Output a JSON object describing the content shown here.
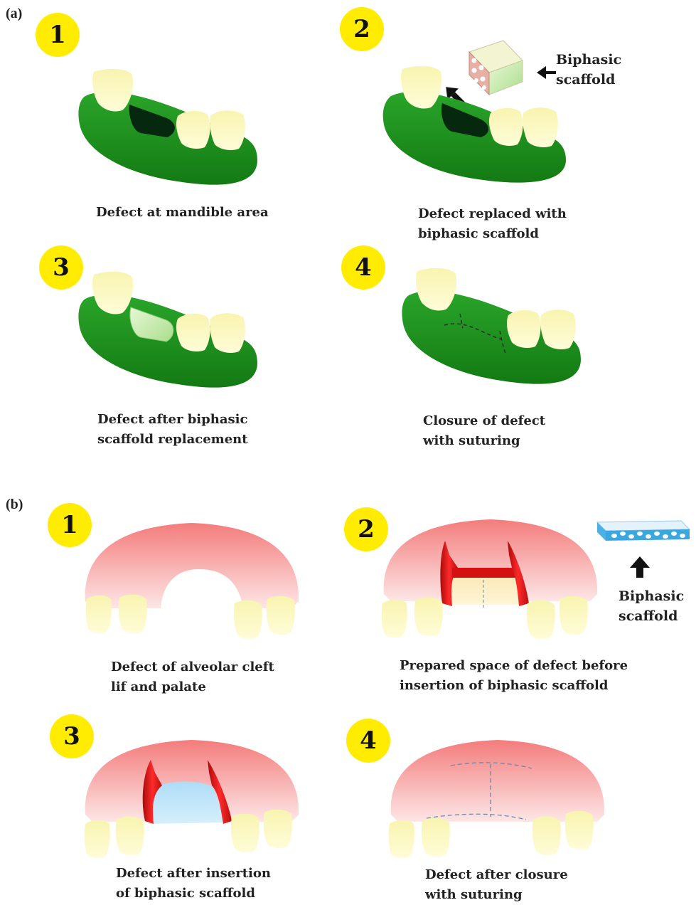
{
  "panels": {
    "a": {
      "label": "(a)",
      "steps": [
        {
          "number": "1",
          "caption": [
            "Defect at mandible area"
          ]
        },
        {
          "number": "2",
          "caption": [
            "Defect replaced with",
            "biphasic scaffold"
          ]
        },
        {
          "number": "3",
          "caption": [
            "Defect after biphasic",
            "scaffold replacement"
          ]
        },
        {
          "number": "4",
          "caption": [
            "Closure of defect",
            "with suturing"
          ]
        }
      ],
      "scaffold_label": [
        "Biphasic",
        "scaffold"
      ]
    },
    "b": {
      "label": "(b)",
      "steps": [
        {
          "number": "1",
          "caption": [
            "Defect of alveolar cleft",
            "lif and palate"
          ]
        },
        {
          "number": "2",
          "caption": [
            "Prepared space of defect before",
            "insertion of biphasic scaffold"
          ]
        },
        {
          "number": "3",
          "caption": [
            "Defect after insertion",
            "of biphasic scaffold"
          ]
        },
        {
          "number": "4",
          "caption": [
            "Defect after closure",
            "with suturing"
          ]
        }
      ],
      "scaffold_label": [
        "Biphasic",
        "scaffold"
      ]
    }
  },
  "colors": {
    "badge": "#ffec00",
    "gum_green": "#229a22",
    "gum_pink": "#f58a8a",
    "tooth": "#fbf6a8",
    "defect_dark": "#06280f",
    "red_flap": "#e01616",
    "scaffold_blue": "#bfe2f7"
  }
}
